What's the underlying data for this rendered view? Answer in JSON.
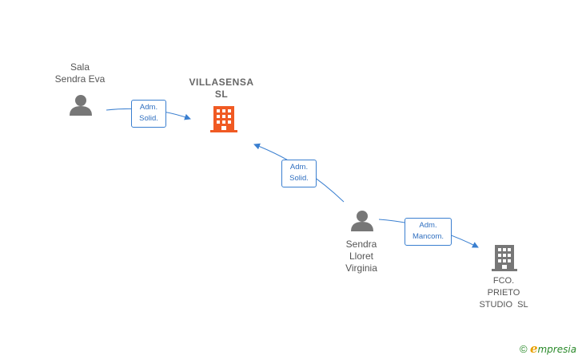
{
  "nodes": {
    "person_sala": {
      "line1": "Sala",
      "line2": "Sendra Eva"
    },
    "company_villasensa": {
      "line1": "VILLASENSA",
      "line2": "SL",
      "color": "#f05a23"
    },
    "person_sendra": {
      "line1": "Sendra",
      "line2": "Lloret",
      "line3": "Virginia"
    },
    "company_fco": {
      "line1": "FCO.",
      "line2": "PRIETO",
      "line3": "STUDIO  SL",
      "color": "#777777"
    }
  },
  "relations": {
    "sala_to_villasensa": {
      "line1": "Adm.",
      "line2": "Solid."
    },
    "sendra_to_villasensa": {
      "line1": "Adm.",
      "line2": "Solid."
    },
    "sendra_to_fco": {
      "line1": "Adm.",
      "line2": "Mancom."
    }
  },
  "colors": {
    "edge": "#3a7fd0",
    "person_icon": "#777777"
  },
  "brand": {
    "copyright": "©",
    "e": "e",
    "rest": "mpresia"
  }
}
